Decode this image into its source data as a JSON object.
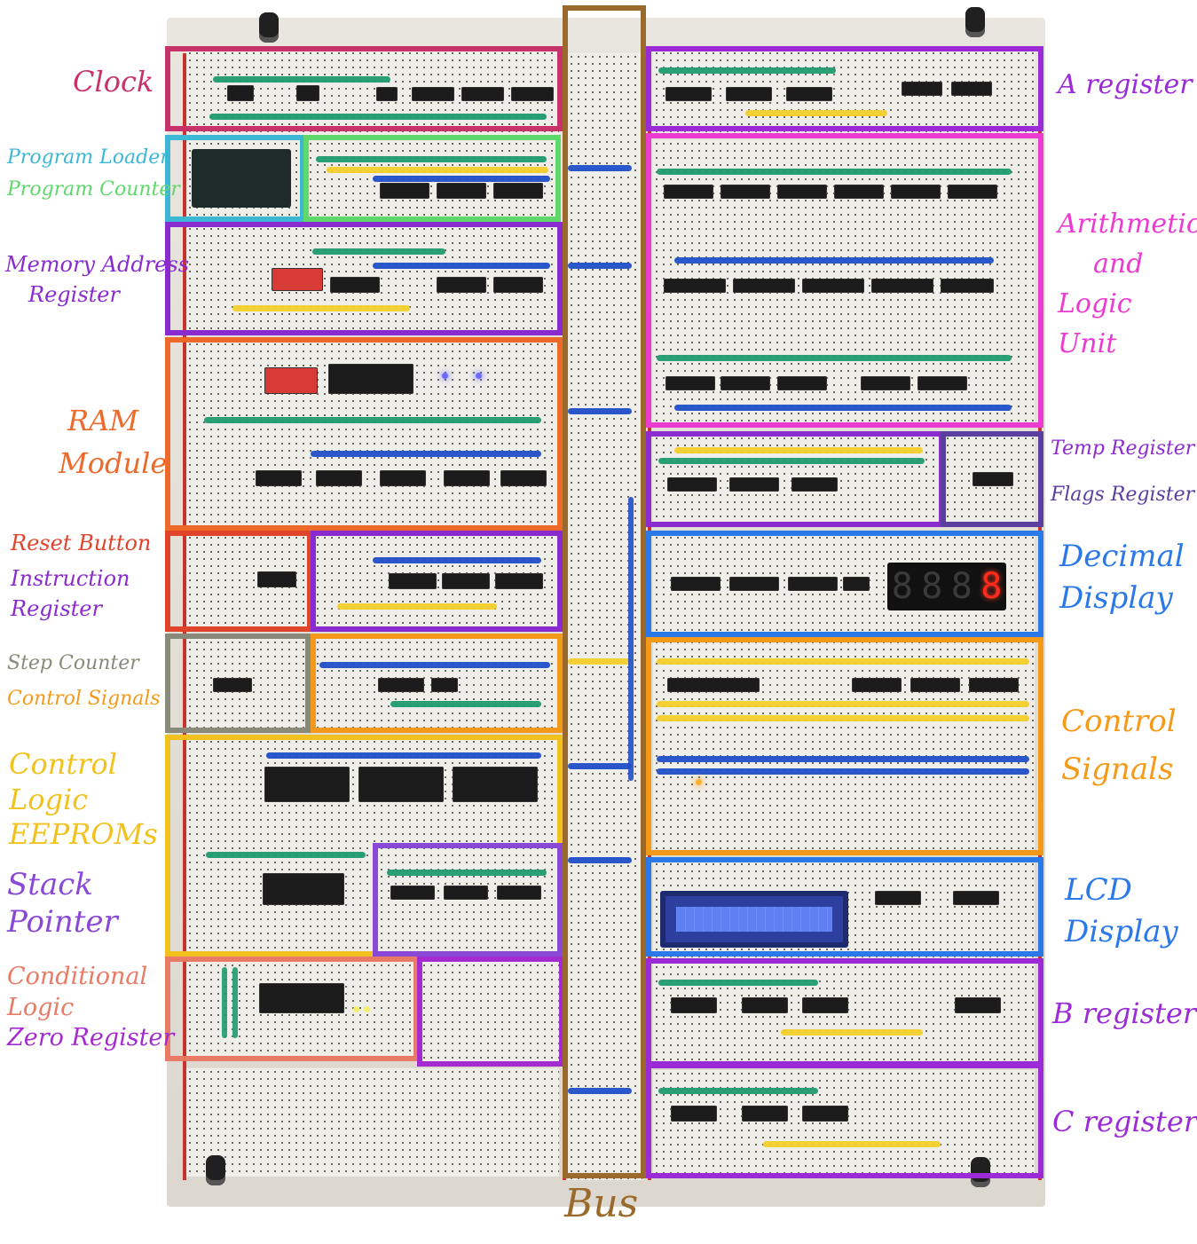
{
  "labels": {
    "clock": "Clock",
    "program_loader": "Program Loader",
    "program_counter": "Program Counter",
    "mar_line1": "Memory Address",
    "mar_line2": "Register",
    "ram_line1": "RAM",
    "ram_line2": "Module",
    "reset_button": "Reset Button",
    "ir_line1": "Instruction",
    "ir_line2": "Register",
    "step_counter": "Step Counter",
    "control_signals_small": "Control Signals",
    "eeproms_line1": "Control",
    "eeproms_line2": "Logic",
    "eeproms_line3": "EEPROMs",
    "sp_line1": "Stack",
    "sp_line2": "Pointer",
    "cond_line1": "Conditional",
    "cond_line2": "Logic",
    "zero_register": "Zero Register",
    "a_register": "A register",
    "alu_line1": "Arithmetic",
    "alu_line2": "and",
    "alu_line3": "Logic",
    "alu_line4": "Unit",
    "temp_register": "Temp Register",
    "flags_register": "Flags Register",
    "decimal_line1": "Decimal",
    "decimal_line2": "Display",
    "control_line1": "Control",
    "control_line2": "Signals",
    "lcd_line1": "LCD",
    "lcd_line2": "Display",
    "b_register": "B register",
    "c_register": "C register",
    "bus": "Bus"
  },
  "seven_segment": {
    "digits": [
      "8",
      "8",
      "8",
      "8"
    ],
    "lit_index": 3
  },
  "colors": {
    "clock": "#c8326a",
    "program_loader": "#3db8d4",
    "program_counter": "#5fd86c",
    "mar": "#8a2bd0",
    "ram": "#ee6a2b",
    "reset": "#e0452c",
    "instruction": "#8a2bd0",
    "step_counter": "#8a8a7a",
    "control_small": "#f39a1c",
    "eeproms": "#f1c21e",
    "stack_pointer": "#8a48d6",
    "conditional": "#e97a66",
    "zero_register": "#a42bd0",
    "a_register": "#9a2bd6",
    "alu": "#ec3bd0",
    "temp": "#8c2bd0",
    "flags": "#5a3fa0",
    "decimal": "#2b78e8",
    "control_signals": "#f59a18",
    "lcd": "#2b78e8",
    "b_register": "#9a2bd6",
    "c_register": "#9a2bd6",
    "bus": "#9a6a2c"
  }
}
